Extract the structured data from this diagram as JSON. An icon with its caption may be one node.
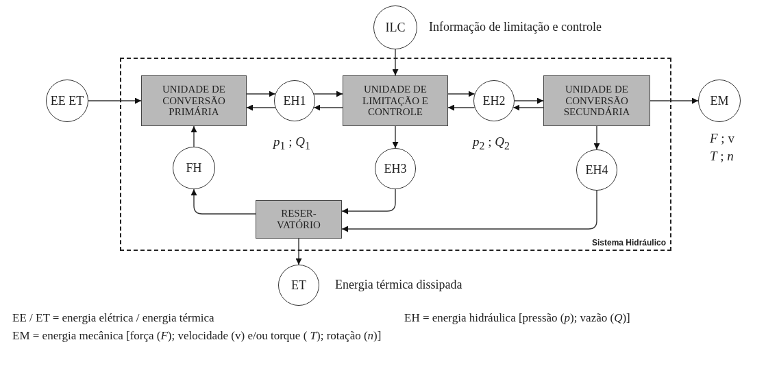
{
  "diagram": {
    "nodes": [
      {
        "text": [
          "ILC"
        ],
        "beside": [
          "Informação de limitação e controle"
        ]
      },
      {
        "text": [
          "Sistema Hidráulico"
        ]
      },
      {
        "text": [
          "EE ET"
        ]
      },
      {
        "text": [
          "UNIDADE DE CONVERSÃO PRIMÁRIA"
        ],
        "in": 1
      },
      {
        "text": [
          "EH1"
        ],
        "in": 1,
        "beside": [
          "*p*$_{1}$ ; *Q*$_{1}$"
        ]
      },
      {
        "text": [
          "UNIDADE DE LIMITAÇÃO E CONTROLE"
        ],
        "in": 1
      },
      {
        "text": [
          "EH2"
        ],
        "in": 1,
        "beside": [
          "*p*$_{2}$ ; *Q*$_{2}$"
        ]
      },
      {
        "text": [
          "UNIDADE DE CONVERSÃO SECUNDÁRIA"
        ],
        "in": 1
      },
      {
        "text": [
          "EM"
        ],
        "beside": [
          "*F* ; v",
          "*T* ; *n*"
        ]
      },
      {
        "text": [
          "FH"
        ],
        "in": 1
      },
      {
        "text": [
          "EH3"
        ],
        "in": 1
      },
      {
        "text": [
          "EH4"
        ],
        "in": 1
      },
      {
        "text": [
          "RESER- VATÓRIO"
        ],
        "in": 1
      },
      {
        "text": [
          "ET"
        ],
        "beside": [
          "Energia térmica dissipada"
        ]
      }
    ],
    "edges": [
      {
        "from": 0,
        "to": 5,
        "arrow": "to"
      },
      {
        "from": 2,
        "to": 3,
        "arrow": "to"
      },
      {
        "from": 3,
        "to": 4,
        "arrow": "to"
      },
      {
        "from": 4,
        "to": 3,
        "arrow": "to"
      },
      {
        "from": 4,
        "to": 5,
        "arrow": "to"
      },
      {
        "from": 5,
        "to": 4,
        "arrow": "to"
      },
      {
        "from": 5,
        "to": 6,
        "arrow": "to"
      },
      {
        "from": 6,
        "to": 5,
        "arrow": "to"
      },
      {
        "from": 6,
        "to": 7,
        "arrow": "to"
      },
      {
        "from": 7,
        "to": 6,
        "arrow": "to"
      },
      {
        "from": 7,
        "to": 8,
        "arrow": "to"
      },
      {
        "from": 5,
        "to": 10,
        "arrow": "to"
      },
      {
        "from": 7,
        "to": 11,
        "arrow": "to"
      },
      {
        "from": 10,
        "to": 12,
        "arrow": "to"
      },
      {
        "from": 11,
        "to": 12,
        "arrow": "to"
      },
      {
        "from": 12,
        "to": 9,
        "arrow": "to"
      },
      {
        "from": 9,
        "to": 3,
        "arrow": "to"
      },
      {
        "from": 12,
        "to": 13,
        "arrow": "to"
      }
    ],
    "labels": [
      "EE / ET = energia elétrica / energia térmica",
      "EH = energia hidráulica [pressão (*p*); vazão (*Q*)]",
      "EM = energia mecânica [força (*F*); velocidade (v) e/ou torque ( *T*); rotação (*n*)]"
    ]
  }
}
